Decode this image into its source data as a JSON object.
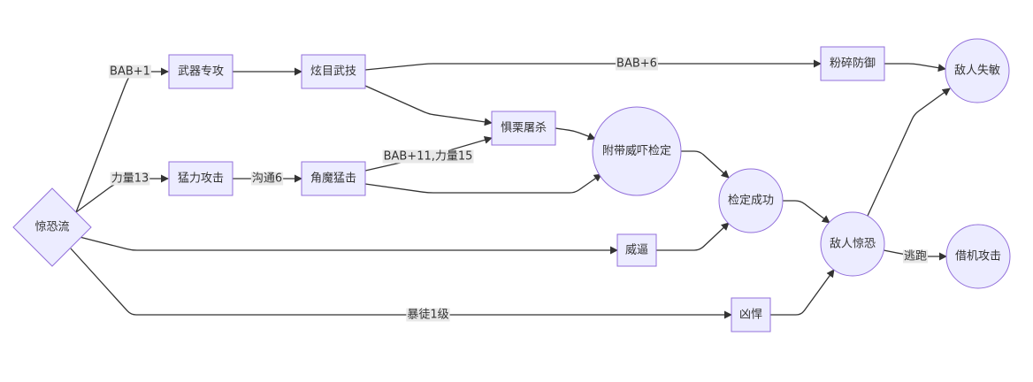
{
  "colors": {
    "node_fill": "#ECECFF",
    "node_stroke": "#9370DB",
    "edge": "#333333",
    "text": "#333333",
    "label_bg": "#e8e8e8"
  },
  "nodes": [
    {
      "id": "jingkongliu",
      "shape": "diamond",
      "label": "惊恐流"
    },
    {
      "id": "wuqizhuangong",
      "shape": "rect",
      "label": "武器专攻"
    },
    {
      "id": "xuanmuwuji",
      "shape": "rect",
      "label": "炫目武技"
    },
    {
      "id": "mengligongji",
      "shape": "rect",
      "label": "猛力攻击"
    },
    {
      "id": "jiaomomengji",
      "shape": "rect",
      "label": "角魔猛击"
    },
    {
      "id": "julitusha",
      "shape": "rect",
      "label": "惧栗屠杀"
    },
    {
      "id": "fudaiweixiajianding",
      "shape": "circle",
      "label": "附带威吓检定"
    },
    {
      "id": "weibi",
      "shape": "rect",
      "label": "威逼"
    },
    {
      "id": "xionghan",
      "shape": "rect",
      "label": "凶悍"
    },
    {
      "id": "jiandingchenggong",
      "shape": "circle",
      "label": "检定成功"
    },
    {
      "id": "direnjingkong",
      "shape": "circle",
      "label": "敌人惊恐"
    },
    {
      "id": "fensuifangyu",
      "shape": "rect",
      "label": "粉碎防御"
    },
    {
      "id": "direnshimin",
      "shape": "circle",
      "label": "敌人失敏"
    },
    {
      "id": "jiejigongji",
      "shape": "circle",
      "label": "借机攻击"
    }
  ],
  "edges": [
    {
      "from": "jingkongliu",
      "to": "wuqizhuangong",
      "label": "BAB+1"
    },
    {
      "from": "wuqizhuangong",
      "to": "xuanmuwuji",
      "label": ""
    },
    {
      "from": "xuanmuwuji",
      "to": "fensuifangyu",
      "label": "BAB+6"
    },
    {
      "from": "xuanmuwuji",
      "to": "julitusha",
      "label": ""
    },
    {
      "from": "jingkongliu",
      "to": "mengligongji",
      "label": "力量13"
    },
    {
      "from": "mengligongji",
      "to": "jiaomomengji",
      "label": "沟通6"
    },
    {
      "from": "jiaomomengji",
      "to": "julitusha",
      "label": "BAB+11,力量15"
    },
    {
      "from": "jiaomomengji",
      "to": "fudaiweixiajianding",
      "label": ""
    },
    {
      "from": "julitusha",
      "to": "fudaiweixiajianding",
      "label": ""
    },
    {
      "from": "jingkongliu",
      "to": "weibi",
      "label": ""
    },
    {
      "from": "jingkongliu",
      "to": "xionghan",
      "label": "暴徒1级"
    },
    {
      "from": "fudaiweixiajianding",
      "to": "jiandingchenggong",
      "label": ""
    },
    {
      "from": "weibi",
      "to": "jiandingchenggong",
      "label": ""
    },
    {
      "from": "jiandingchenggong",
      "to": "direnjingkong",
      "label": ""
    },
    {
      "from": "xionghan",
      "to": "direnjingkong",
      "label": ""
    },
    {
      "from": "fensuifangyu",
      "to": "direnshimin",
      "label": ""
    },
    {
      "from": "direnjingkong",
      "to": "direnshimin",
      "label": ""
    },
    {
      "from": "direnjingkong",
      "to": "jiejigongji",
      "label": "逃跑"
    }
  ]
}
